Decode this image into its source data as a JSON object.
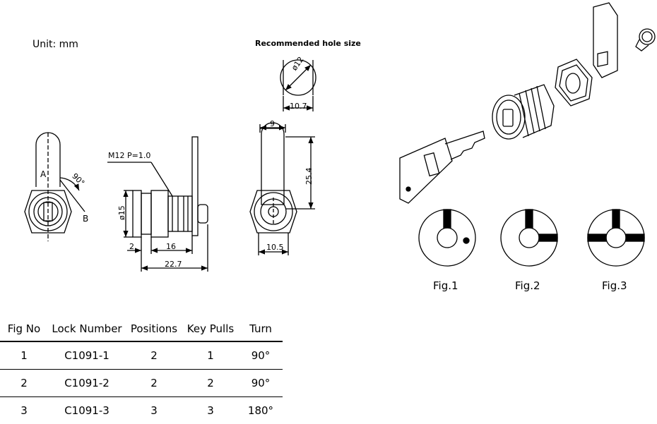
{
  "header": {
    "unit": "Unit:  mm",
    "hole_title": "Recommended hole size"
  },
  "dimensions": {
    "hole_diameter": "ø12",
    "hole_flat": "10.7",
    "angle": "90°",
    "label_a": "A",
    "label_b": "B",
    "thread": "M12  P=1.0",
    "body_diameter": "ø15",
    "flange": "2",
    "thread_length": "16",
    "overall_length": "22.7",
    "cam_width": "9",
    "cam_length": "25.4",
    "nut_width": "10.5"
  },
  "figures": {
    "fig1": "Fig.1",
    "fig2": "Fig.2",
    "fig3": "Fig.3"
  },
  "table": {
    "headers": [
      "Fig No",
      "Lock Number",
      "Positions",
      "Key Pulls",
      "Turn"
    ],
    "rows": [
      [
        "1",
        "C1091-1",
        "2",
        "1",
        "90°"
      ],
      [
        "2",
        "C1091-2",
        "2",
        "2",
        "90°"
      ],
      [
        "3",
        "C1091-3",
        "3",
        "3",
        "180°"
      ]
    ]
  }
}
